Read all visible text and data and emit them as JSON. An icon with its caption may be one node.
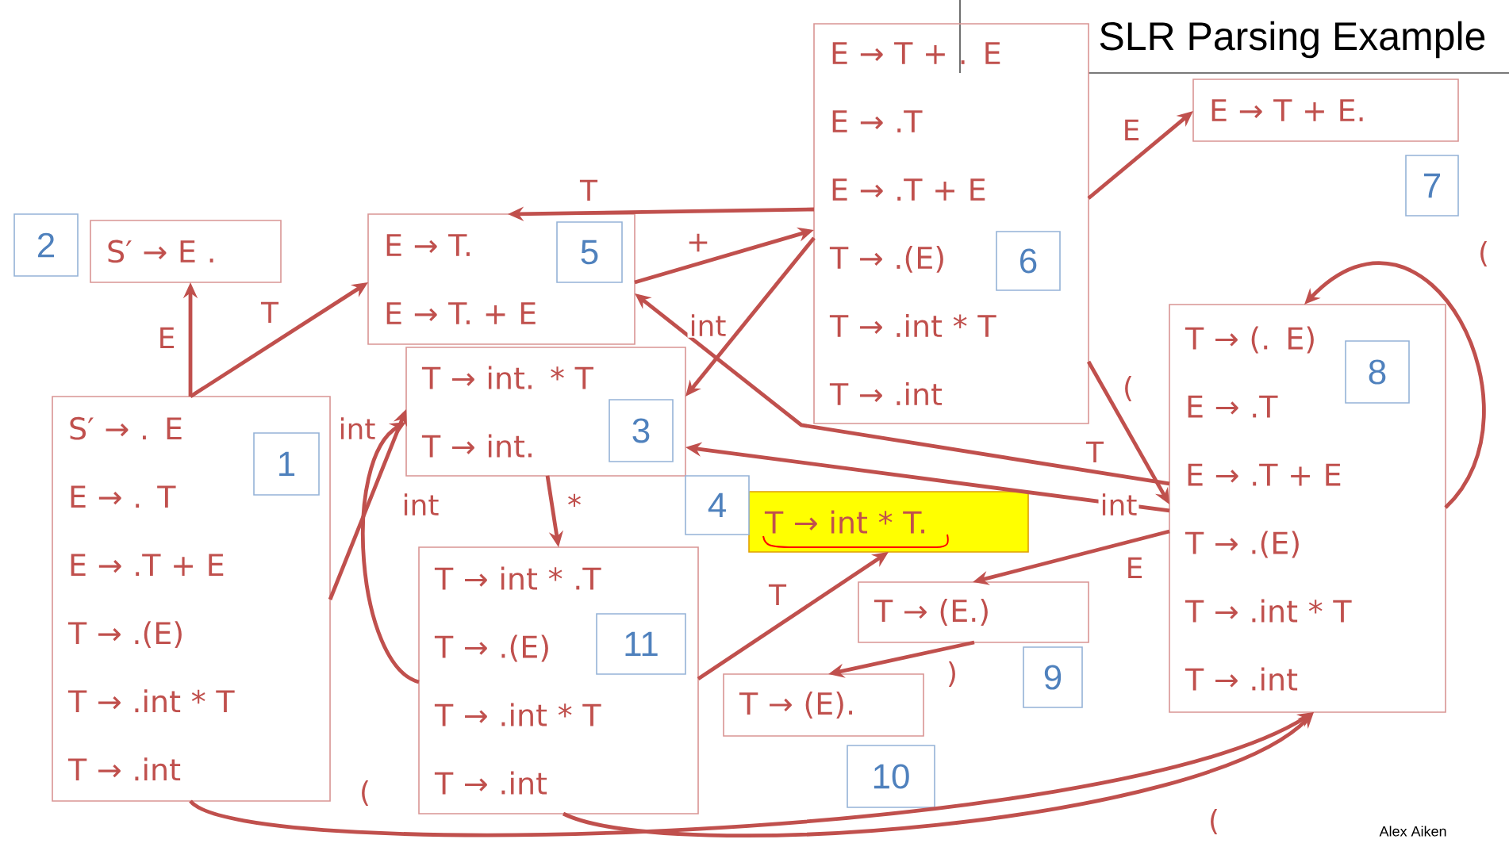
{
  "diagram": {
    "title": "SLR Parsing Example",
    "nodes": [
      {
        "text": [
          "S′ → . E",
          "E → . T",
          "E → .T + E",
          "T → .(E)",
          "T → .int * T",
          "T → .int",
          "1"
        ]
      },
      {
        "text": [
          "S′ → E ."
        ],
        "beside": [
          "2"
        ]
      },
      {
        "text": [
          "E → T.",
          "E → T. + E",
          "5"
        ]
      },
      {
        "text": [
          "T → int. * T",
          "T → int.",
          "3"
        ]
      },
      {
        "text": [
          "T → int * T."
        ],
        "beside": [
          "4"
        ]
      },
      {
        "text": [
          "E → T + . E",
          "E → .T",
          "E → .T + E",
          "T → .(E)",
          "T → .int * T",
          "T → .int",
          "6"
        ]
      },
      {
        "text": [
          "E → T + E."
        ],
        "beside": [
          "7"
        ]
      },
      {
        "text": [
          "T → (. E)",
          "E → .T",
          "E → .T + E",
          "T → .(E)",
          "T → .int * T",
          "T → .int",
          "8"
        ]
      },
      {
        "text": [
          "T → (E.)"
        ],
        "beside": [
          "9"
        ]
      },
      {
        "text": [
          "T → (E)."
        ],
        "beside": [
          "10"
        ]
      },
      {
        "text": [
          "T → int * .T",
          "T → .(E)",
          "T → .int * T",
          "T → .int",
          "11"
        ]
      }
    ],
    "edges": [
      {
        "from": 0,
        "to": 1,
        "arrow": "to",
        "label": "E"
      },
      {
        "from": 0,
        "to": 2,
        "arrow": "to",
        "label": "T"
      },
      {
        "from": 0,
        "to": 3,
        "arrow": "to",
        "label": "int"
      },
      {
        "from": 0,
        "to": 7,
        "arrow": "to",
        "label": "("
      },
      {
        "from": 2,
        "to": 5,
        "arrow": "to",
        "label": "+"
      },
      {
        "from": 5,
        "to": 2,
        "arrow": "to",
        "label": "T"
      },
      {
        "from": 5,
        "to": 3,
        "arrow": "to",
        "label": "int"
      },
      {
        "from": 5,
        "to": 6,
        "arrow": "to",
        "label": "E"
      },
      {
        "from": 5,
        "to": 7,
        "arrow": "to",
        "label": "("
      },
      {
        "from": 7,
        "to": 2,
        "arrow": "to",
        "label": "T"
      },
      {
        "from": 7,
        "to": 3,
        "arrow": "to",
        "label": "int"
      },
      {
        "from": 7,
        "to": 8,
        "arrow": "to",
        "label": "E"
      },
      {
        "from": 7,
        "to": 7,
        "arrow": "to",
        "label": "("
      },
      {
        "from": 3,
        "to": 10,
        "arrow": "to",
        "label": "*"
      },
      {
        "from": 10,
        "to": 3,
        "arrow": "to",
        "label": "int"
      },
      {
        "from": 10,
        "to": 4,
        "arrow": "to",
        "label": "T"
      },
      {
        "from": 10,
        "to": 7,
        "arrow": "to",
        "label": "("
      },
      {
        "from": 8,
        "to": 9,
        "arrow": "to",
        "label": ")"
      }
    ],
    "labels": [
      "Alex Aiken"
    ]
  }
}
